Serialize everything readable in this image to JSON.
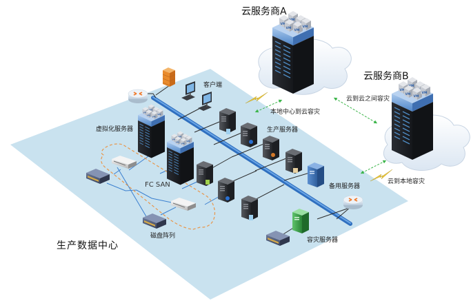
{
  "diagram": {
    "title": "生产数据中心",
    "cloud_providers": [
      {
        "id": "cloud-a",
        "label": "云服务商A",
        "vm_label": "VM"
      },
      {
        "id": "cloud-b",
        "label": "云服务商B",
        "vm_label": "VM"
      }
    ],
    "links": {
      "local_to_cloud": "本地中心到云容灾",
      "cloud_to_cloud": "云到云之间容灾",
      "cloud_to_local": "云到本地容灾"
    },
    "nodes": {
      "clients": "客户端",
      "virtualization_servers": "虚拟化服务器",
      "production_servers": "生产服务器",
      "standby_servers": "备用服务器",
      "dr_servers": "容灾服务器",
      "fc_san": "FC SAN",
      "disk_array": "磁盘阵列"
    },
    "colors": {
      "platform": "#c9e2ef",
      "backbone": "#3a7fcf",
      "san_boundary": "#e8964a",
      "dr_link": "#3cb54a",
      "lightning": "#e8c43a",
      "standby_server": "#3a6fb0",
      "dr_server": "#3a9a45"
    }
  }
}
